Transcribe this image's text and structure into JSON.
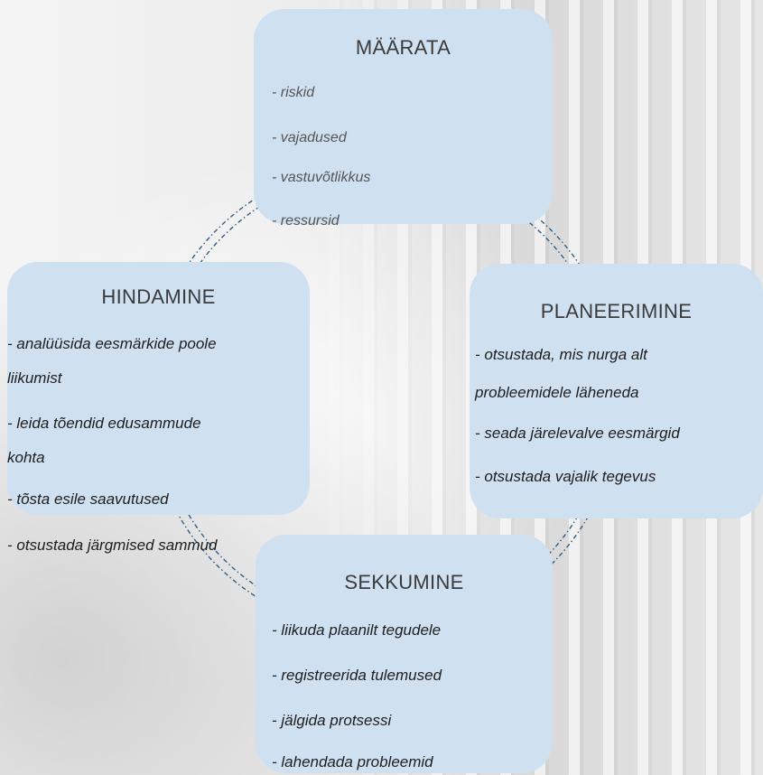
{
  "diagram": {
    "nodes": [
      {
        "id": "maarata",
        "title": "MÄÄRATA",
        "items": [
          "- riskid",
          "- vajadused",
          "- vastuvõtlikkus",
          "- ressursid"
        ]
      },
      {
        "id": "planeerimine",
        "title": "PLANEERIMINE",
        "items": [
          "- otsustada, mis nurga alt",
          "probleemidele läheneda",
          "- seada järelevalve eesmärgid",
          "- otsustada vajalik tegevus"
        ]
      },
      {
        "id": "sekkumine",
        "title": "SEKKUMINE",
        "items": [
          "- liikuda plaanilt tegudele",
          "- registreerida tulemused",
          "- jälgida protsessi",
          "- lahendada probleemid"
        ]
      },
      {
        "id": "hindamine",
        "title": "HINDAMINE",
        "items": [
          "- analüüsida eesmärkide poole",
          "liikumist",
          "- leida tõendid edusammude",
          "kohta",
          "- tõsta esile saavutused",
          "- otsustada järgmised sammud"
        ]
      }
    ],
    "colors": {
      "box_fill": "#cfe0f1",
      "connector": "#2e5f8a",
      "title_text": "#3b3b3b"
    }
  }
}
